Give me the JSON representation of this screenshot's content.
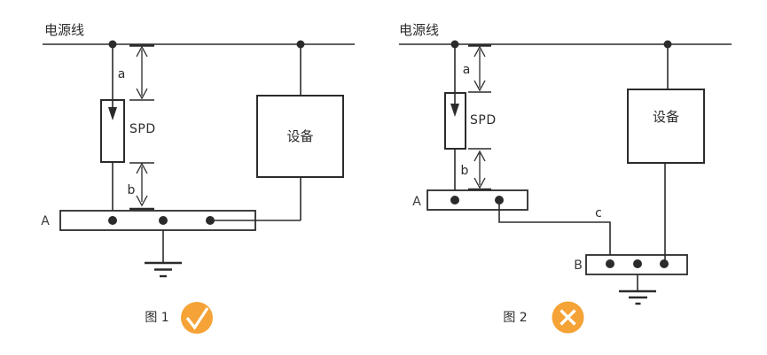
{
  "colors": {
    "line": "#2b2b2b",
    "accent_orange": "#F5A236",
    "mark_white": "#ffffff"
  },
  "figures": {
    "fig1": {
      "power_line_label": "电源线",
      "spd_label": "SPD",
      "device_label": "设备",
      "dim_a_label": "a",
      "dim_b_label": "b",
      "busbar_a_label": "A",
      "caption": "图 1",
      "verdict_icon": "check-icon"
    },
    "fig2": {
      "power_line_label": "电源线",
      "spd_label": "SPD",
      "device_label": "设备",
      "dim_a_label": "a",
      "dim_b_label": "b",
      "busbar_a_label": "A",
      "busbar_b_label": "B",
      "wire_c_label": "c",
      "caption": "图 2",
      "verdict_icon": "cross-icon"
    }
  }
}
